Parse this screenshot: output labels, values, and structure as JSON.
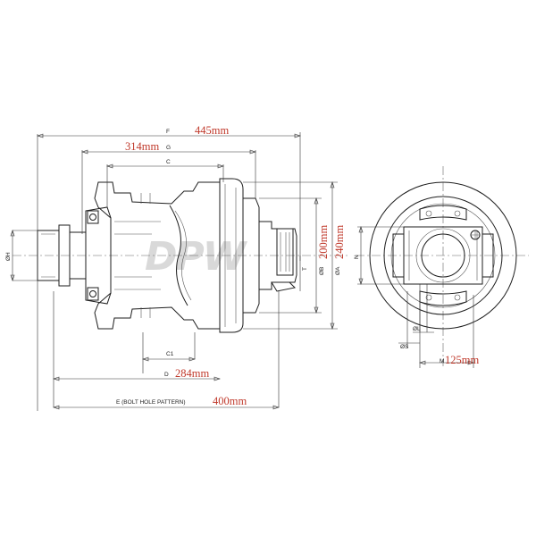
{
  "logo": {
    "text": "DPW"
  },
  "labels": {
    "F": "F",
    "G": "G",
    "C": "C",
    "C1": "C1",
    "D": "D",
    "E": "E (BOLT HOLE PATTERN)",
    "H": "ØH",
    "B": "ØB",
    "A": "ØA",
    "T": "T",
    "N": "N",
    "L": "ØL",
    "S": "ØS",
    "M": "M"
  },
  "dimensions": {
    "F": "445mm",
    "G": "314mm",
    "D": "284mm",
    "E": "400mm",
    "B": "200mm",
    "A": "240mm",
    "M": "125mm"
  },
  "colors": {
    "annotation": "#c0392b",
    "line": "#1e1e1e",
    "watermark": "#d9d9d9"
  }
}
